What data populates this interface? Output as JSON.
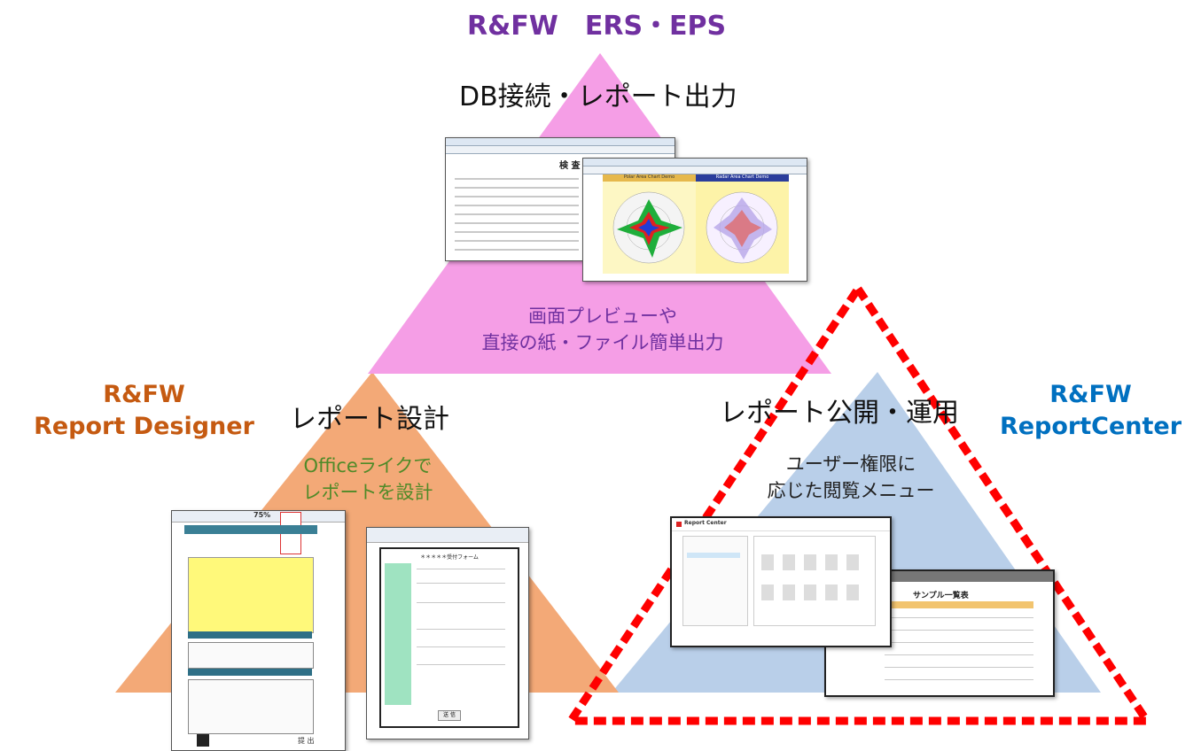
{
  "header": {
    "title": "R&FW　ERS・EPS"
  },
  "top": {
    "label": "DB接続・レポート出力",
    "desc": [
      "画面プレビューや",
      "直接の紙・ファイル簡単出力"
    ],
    "shot_title": "検 査 表",
    "chart_titles": [
      "Polar Area Chart Demo",
      "Radar Area Chart Demo"
    ]
  },
  "left": {
    "product": [
      "R&FW",
      "Report Designer"
    ],
    "label": "レポート設計",
    "desc": [
      "Officeライクで",
      "レポートを設計"
    ],
    "zoom": "75%",
    "form_title": "＊＊＊＊＊受付フォーム",
    "form_button": "送 信",
    "form_badge": "提 出"
  },
  "right": {
    "product": [
      "R&FW",
      "ReportCenter"
    ],
    "label": "レポート公開・運用",
    "desc": [
      "ユーザー権限に",
      "応じた閲覧メニュー"
    ],
    "app_name": "Report Center",
    "list_title": "サンプル一覧表"
  },
  "colors": {
    "purple": "#7030a0",
    "orange": "#c55a11",
    "blue": "#0070c0",
    "pink": "#f59ee6",
    "peach": "#f3a977",
    "lightblue": "#b9cfe9",
    "red": "#ff0000"
  }
}
